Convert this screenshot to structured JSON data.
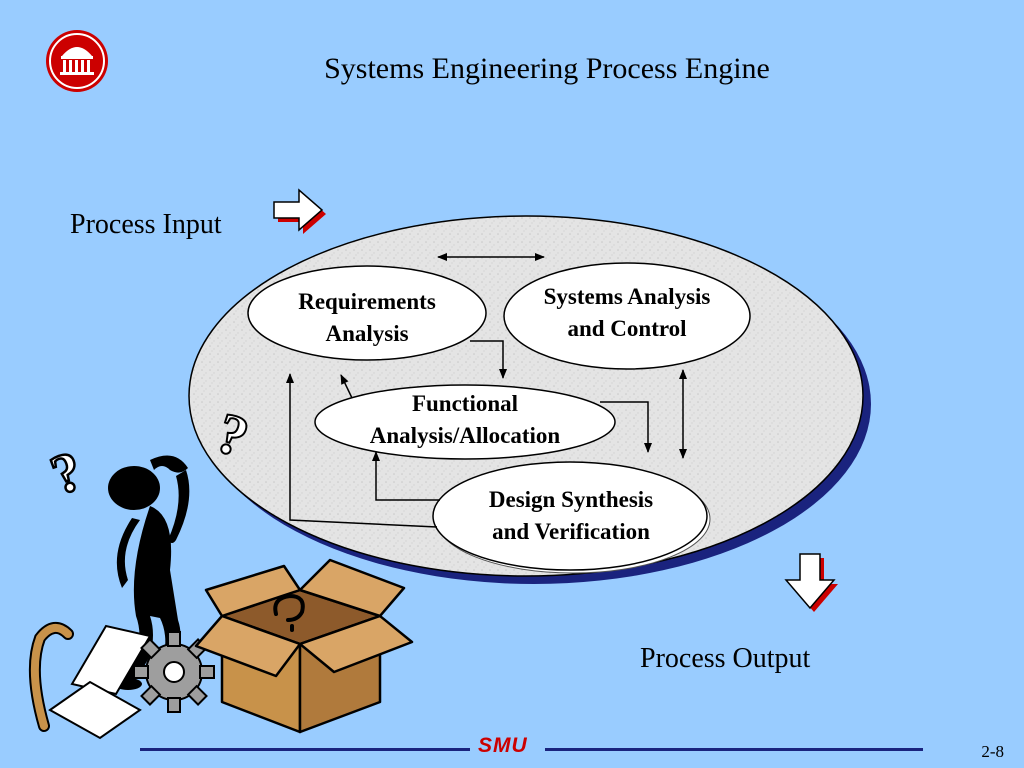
{
  "title": "Systems Engineering Process Engine",
  "process_input_label": "Process Input",
  "process_output_label": "Process Output",
  "nodes": [
    {
      "id": "req",
      "line1": "Requirements",
      "line2": "Analysis"
    },
    {
      "id": "sac",
      "line1": "Systems Analysis",
      "line2": "and Control"
    },
    {
      "id": "faa",
      "line1": "Functional",
      "line2": "Analysis/Allocation"
    },
    {
      "id": "dsv",
      "line1": "Design Synthesis",
      "line2": "and Verification"
    }
  ],
  "edges": [
    {
      "from": "req",
      "to": "sac",
      "direction": "bidirectional"
    },
    {
      "from": "req",
      "to": "faa",
      "direction": "forward"
    },
    {
      "from": "faa",
      "to": "req",
      "direction": "forward"
    },
    {
      "from": "faa",
      "to": "dsv",
      "direction": "forward"
    },
    {
      "from": "dsv",
      "to": "faa",
      "direction": "forward"
    },
    {
      "from": "dsv",
      "to": "req",
      "direction": "forward"
    },
    {
      "from": "sac",
      "to": "dsv",
      "direction": "bidirectional"
    }
  ],
  "logo_text": "SMU",
  "page_number": "2-8",
  "colors": {
    "background": "#99ccff",
    "engine_fill": "#e4e4e4",
    "engine_shadow": "#1a237e",
    "arrow_accent": "#cc0000",
    "footer_line": "#1a237e",
    "box_brown": "#c8924a"
  }
}
